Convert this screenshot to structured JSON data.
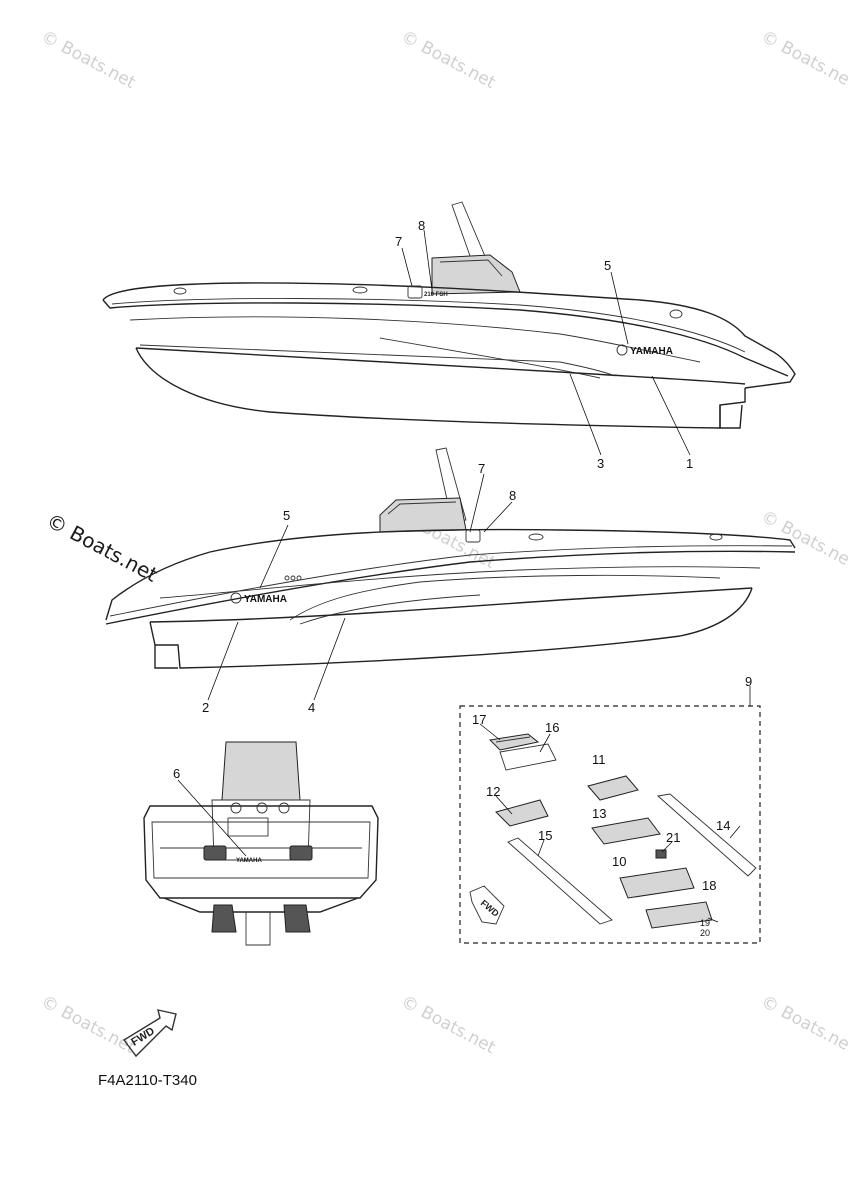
{
  "diagram": {
    "drawing_code": "F4A2110-T340",
    "fwd_label": "FWD",
    "logo_text": "YAMAHA",
    "badge_text": "210 FSH",
    "watermark_text": "© Boats.net"
  },
  "callouts": [
    "1",
    "2",
    "3",
    "4",
    "5",
    "5",
    "6",
    "7",
    "7",
    "8",
    "8",
    "9",
    "10",
    "11",
    "12",
    "13",
    "14",
    "15",
    "16",
    "17",
    "18",
    "19",
    "20",
    "21"
  ]
}
